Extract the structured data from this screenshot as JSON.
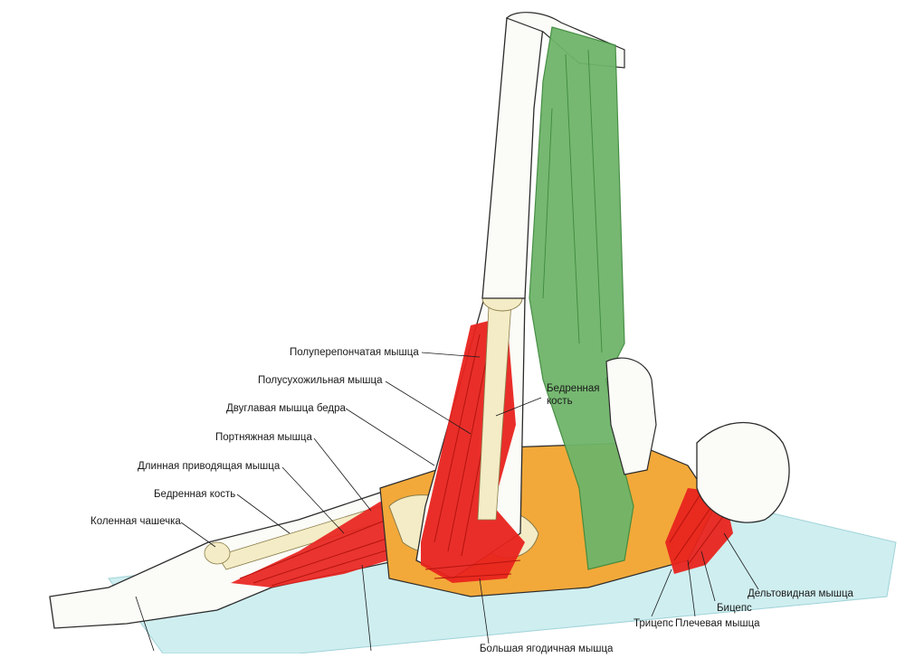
{
  "labels": {
    "semimembranosus": "Полуперепончатая мышца",
    "semitendinosus": "Полусухожильная мышца",
    "biceps_femoris": "Двуглавая мышца бедра",
    "sartorius": "Портняжная мышца",
    "adductor_longus": "Длинная приводящая мышца",
    "femur_left": "Бедренная кость",
    "patella": "Коленная чашечка",
    "femur_right_line1": "Бедренная",
    "femur_right_line2": "кость",
    "deltoid": "Дельтовидная мышца",
    "biceps": "Бицепс",
    "brachialis": "Плечевая мышца",
    "triceps": "Трицепс",
    "gluteus_maximus": "Большая ягодичная мышца"
  },
  "colors": {
    "muscle": "#e8231e",
    "muscle_dark": "#b5140f",
    "band": "#6fb56a",
    "band_dark": "#3f8a3d",
    "shirt": "#f2a93a",
    "mat": "#cfeef0",
    "skin_line": "#2b2b2b",
    "bone": "#f3ecc6"
  }
}
